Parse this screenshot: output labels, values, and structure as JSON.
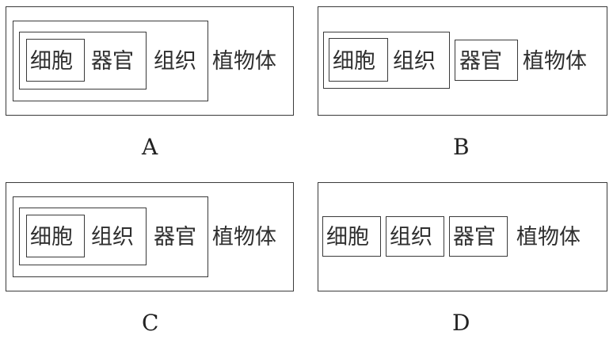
{
  "options": [
    {
      "letter": "A",
      "labels": [
        "细胞",
        "器官",
        "组织",
        "植物体"
      ]
    },
    {
      "letter": "B",
      "labels": [
        "细胞",
        "组织",
        "器官",
        "植物体"
      ]
    },
    {
      "letter": "C",
      "labels": [
        "细胞",
        "组织",
        "器官",
        "植物体"
      ]
    },
    {
      "letter": "D",
      "labels": [
        "细胞",
        "组织",
        "器官",
        "植物体"
      ]
    }
  ]
}
